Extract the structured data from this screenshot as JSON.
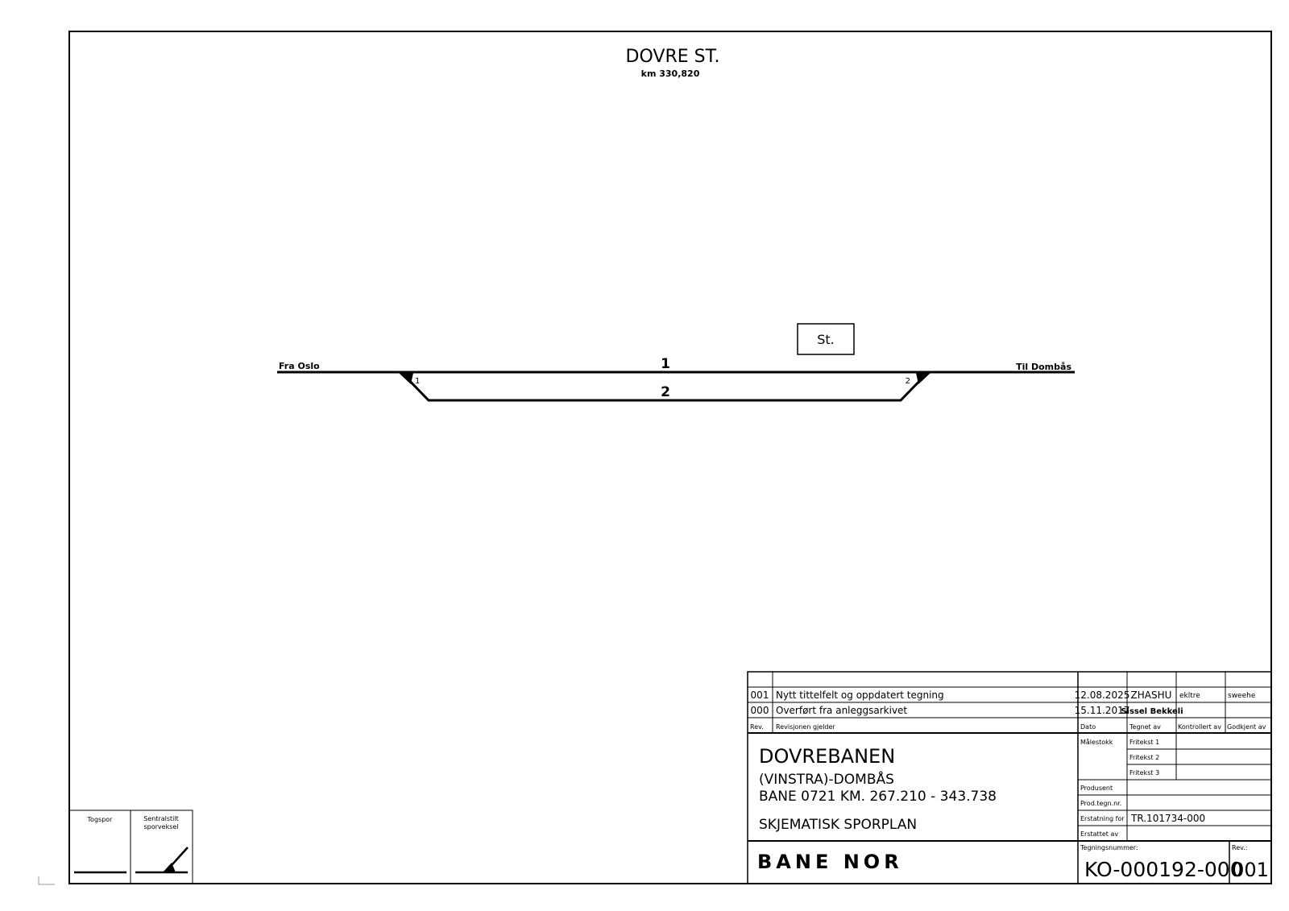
{
  "station": {
    "title": "DOVRE ST.",
    "km": "km 330,820",
    "building_label": "St."
  },
  "tracks": {
    "main_label": "1",
    "side_label": "2",
    "left_direction": "Fra Oslo",
    "right_direction": "Til Dombås",
    "switch_left": "1",
    "switch_right": "2"
  },
  "legend": {
    "items": [
      {
        "label": "Togspor"
      },
      {
        "label_line1": "Sentralstilt",
        "label_line2": "sporveksel"
      }
    ]
  },
  "revisions": [
    {
      "rev": "001",
      "description": "Nytt tittelfelt og oppdatert tegning",
      "date": "12.08.2025",
      "drawn_by": "ZHASHU"
    },
    {
      "rev": "000",
      "description": "Overført fra anleggsarkivet",
      "date": "15.11.2017",
      "drawn_by": "Sissel Bekkeli"
    }
  ],
  "revision_headers": {
    "rev": "Rev.",
    "description": "Revisjonen gjelder",
    "date": "Dato",
    "drawn_by": "Tegnet av",
    "checked_by": "Kontrollert av",
    "approved_by": "Godkjent av"
  },
  "signatures": {
    "checked": "ekltre",
    "approved": "sweehe"
  },
  "title_block": {
    "line1": "DOVREBANEN",
    "line2": "(VINSTRA)-DOMBÅS",
    "line3": "BANE 0721 KM. 267.210 - 343.738",
    "line4": "SKJEMATISK SPORPLAN",
    "logo": "BANE NOR"
  },
  "meta_fields": {
    "malestokk": "Målestokk",
    "fritekst1": "Fritekst 1",
    "fritekst2": "Fritekst 2",
    "fritekst3": "Fritekst 3",
    "produsent": "Produsent",
    "prodtegn": "Prod.tegn.nr.",
    "erstatning_label": "Erstatning for",
    "erstatning_value": "TR.101734-000",
    "erstattet": "Erstattet av",
    "tegningsnummer_label": "Tegningsnummer:",
    "tegningsnummer": "KO-000192-000",
    "rev_label": "Rev.:",
    "rev_value": "001"
  }
}
